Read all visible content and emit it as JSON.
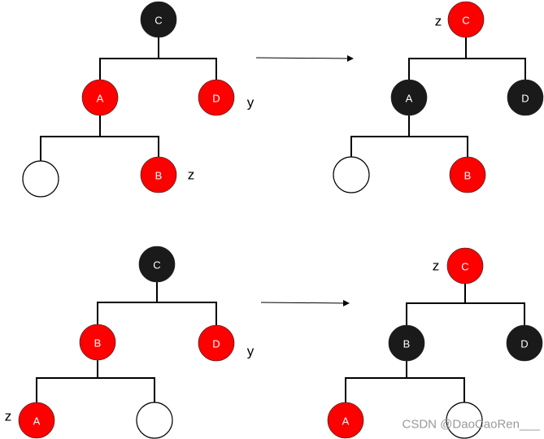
{
  "colors": {
    "red": "#ff0000",
    "black": "#1a1a1a",
    "empty": "#ffffff",
    "edge": "#000000",
    "arrow": "#000000"
  },
  "diagrams": [
    {
      "id": "top",
      "before": {
        "nodes": [
          {
            "id": "C",
            "label": "C",
            "color": "black"
          },
          {
            "id": "A",
            "label": "A",
            "color": "red"
          },
          {
            "id": "D",
            "label": "D",
            "color": "red",
            "side_label": "y"
          },
          {
            "id": "nil",
            "label": "",
            "color": "empty"
          },
          {
            "id": "B",
            "label": "B",
            "color": "red",
            "side_label": "z"
          }
        ]
      },
      "after": {
        "nodes": [
          {
            "id": "C",
            "label": "C",
            "color": "red",
            "side_label": "z"
          },
          {
            "id": "A",
            "label": "A",
            "color": "black"
          },
          {
            "id": "D",
            "label": "D",
            "color": "black"
          },
          {
            "id": "nil",
            "label": "",
            "color": "empty"
          },
          {
            "id": "B",
            "label": "B",
            "color": "red"
          }
        ]
      }
    },
    {
      "id": "bottom",
      "before": {
        "nodes": [
          {
            "id": "C",
            "label": "C",
            "color": "black"
          },
          {
            "id": "B",
            "label": "B",
            "color": "red"
          },
          {
            "id": "D",
            "label": "D",
            "color": "red",
            "side_label": "y"
          },
          {
            "id": "A",
            "label": "A",
            "color": "red",
            "side_label": "z"
          },
          {
            "id": "nil",
            "label": "",
            "color": "empty"
          }
        ]
      },
      "after": {
        "nodes": [
          {
            "id": "C",
            "label": "C",
            "color": "red",
            "side_label": "z"
          },
          {
            "id": "B",
            "label": "B",
            "color": "black"
          },
          {
            "id": "D",
            "label": "D",
            "color": "black"
          },
          {
            "id": "A",
            "label": "A",
            "color": "red"
          },
          {
            "id": "nil",
            "label": "",
            "color": "empty"
          }
        ]
      }
    }
  ],
  "watermark": "CSDN @DaoCaoRen___"
}
